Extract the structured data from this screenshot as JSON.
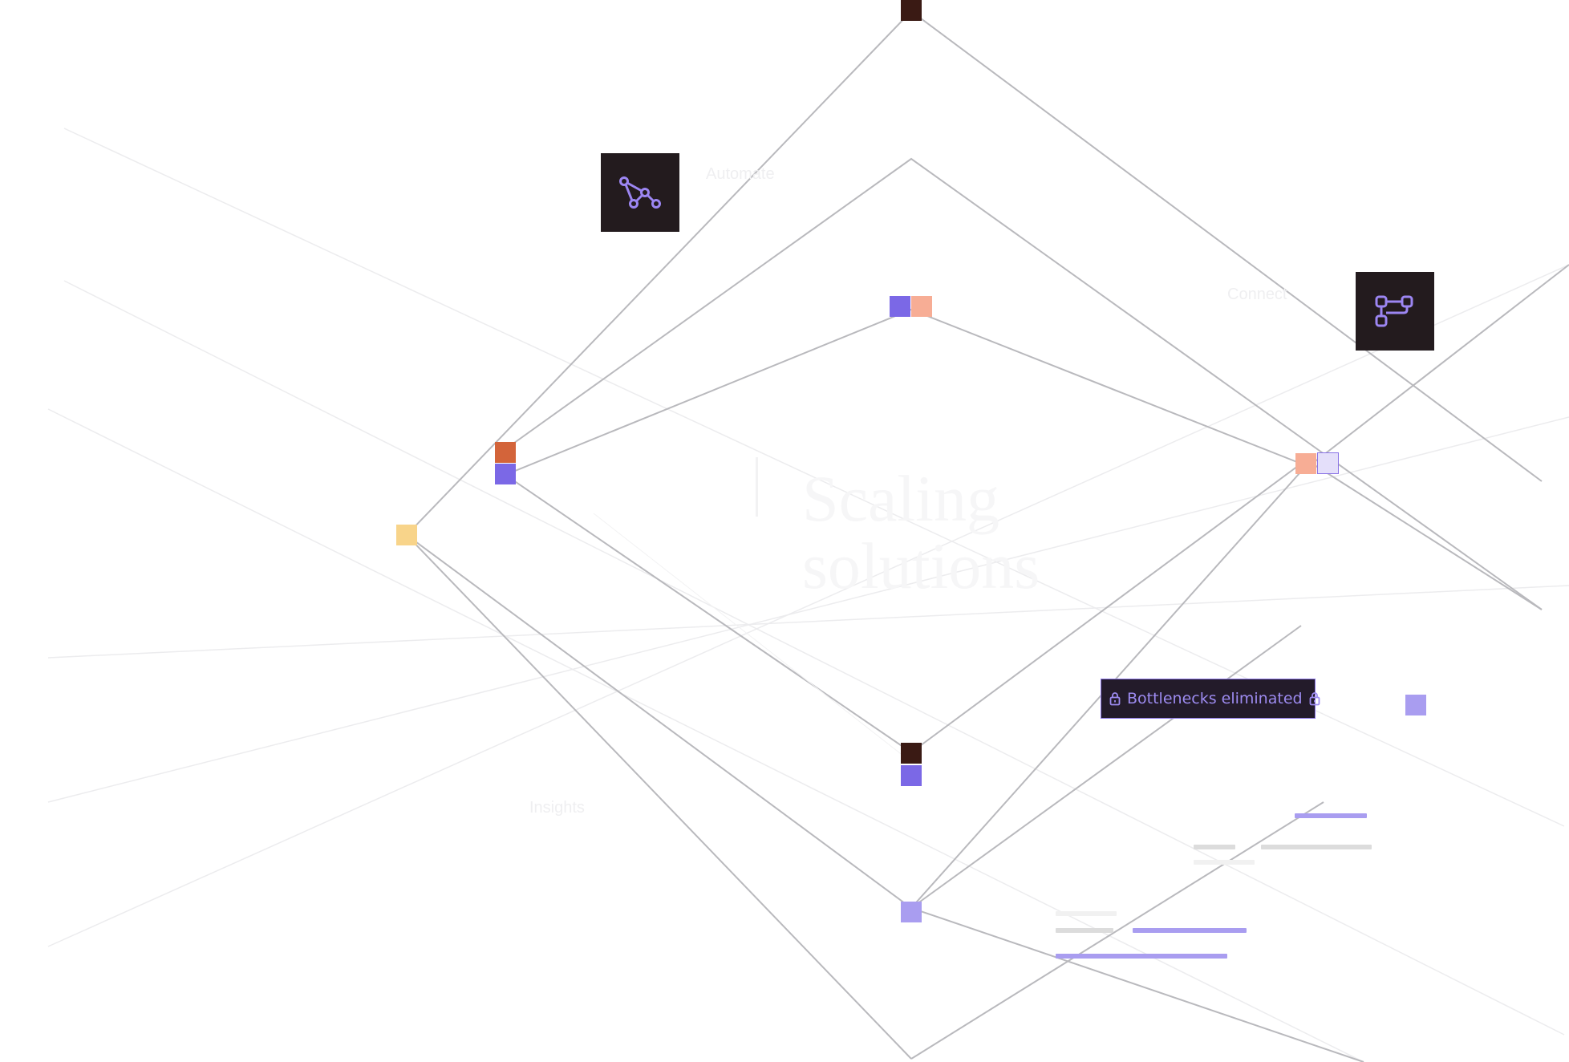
{
  "badge": {
    "label": "Bottlenecks eliminated",
    "leading_icon": "lock-icon",
    "trailing_icon": "lock-icon"
  },
  "icon_cards": [
    {
      "name": "workflow-graph-icon"
    },
    {
      "name": "branch-flow-icon"
    }
  ],
  "faded_labels": {
    "top_left": "Automate",
    "top_right": "Connect",
    "center_title": [
      "Scaling",
      "solutions"
    ],
    "bottom_left": "Insights"
  },
  "colors": {
    "line": "#b9b9bd",
    "card_bg": "#231b1e",
    "accent_purple": "#7b68e6",
    "light_purple": "#a99df0",
    "peach": "#f7ad95",
    "orange": "#d3643a",
    "yellow": "#f8d48a",
    "dark_brown": "#3a1a14",
    "bar_gray": "#dcdcdc"
  }
}
